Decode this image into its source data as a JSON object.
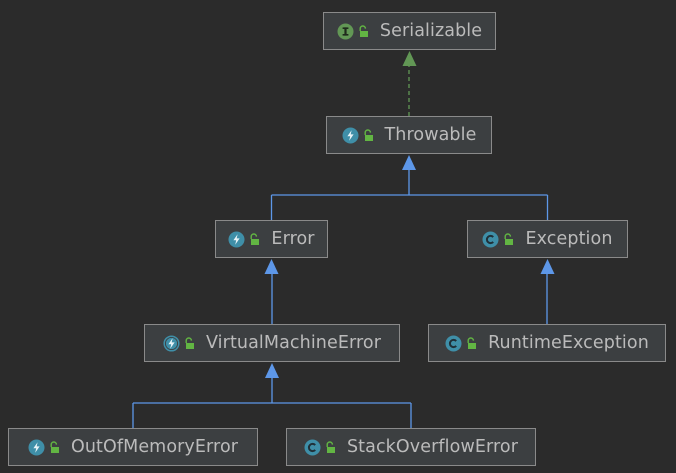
{
  "diagram": {
    "nodes": {
      "serializable": {
        "label": "Serializable",
        "kind": "interface",
        "kind_icon": "interface-icon"
      },
      "throwable": {
        "label": "Throwable",
        "kind": "exception-class",
        "kind_icon": "exception-icon"
      },
      "error": {
        "label": "Error",
        "kind": "exception-class",
        "kind_icon": "exception-icon"
      },
      "exception": {
        "label": "Exception",
        "kind": "class",
        "kind_icon": "class-icon"
      },
      "virtualmachineerror": {
        "label": "VirtualMachineError",
        "kind": "abstract-exception-class",
        "kind_icon": "abstract-exception-icon"
      },
      "runtimeexception": {
        "label": "RuntimeException",
        "kind": "class",
        "kind_icon": "class-icon"
      },
      "outofmemoryerror": {
        "label": "OutOfMemoryError",
        "kind": "exception-class",
        "kind_icon": "exception-icon"
      },
      "stackoverflowerror": {
        "label": "StackOverflowError",
        "kind": "class",
        "kind_icon": "class-icon"
      }
    },
    "edges": [
      {
        "from": "throwable",
        "to": "serializable",
        "type": "implements"
      },
      {
        "from": "error",
        "to": "throwable",
        "type": "extends"
      },
      {
        "from": "exception",
        "to": "throwable",
        "type": "extends"
      },
      {
        "from": "virtualmachineerror",
        "to": "error",
        "type": "extends"
      },
      {
        "from": "runtimeexception",
        "to": "exception",
        "type": "extends"
      },
      {
        "from": "outofmemoryerror",
        "to": "virtualmachineerror",
        "type": "extends"
      },
      {
        "from": "stackoverflowerror",
        "to": "virtualmachineerror",
        "type": "extends"
      }
    ],
    "colors": {
      "background": "#2b2b2b",
      "node_fill": "#3c3f41",
      "node_border": "#8a8a8a",
      "text": "#bbbbbb",
      "extends_edge": "#5d97e8",
      "implements_edge": "#629755",
      "class_badge": "#3f8fa8",
      "interface_badge": "#629755",
      "lock": "#62b543"
    }
  }
}
